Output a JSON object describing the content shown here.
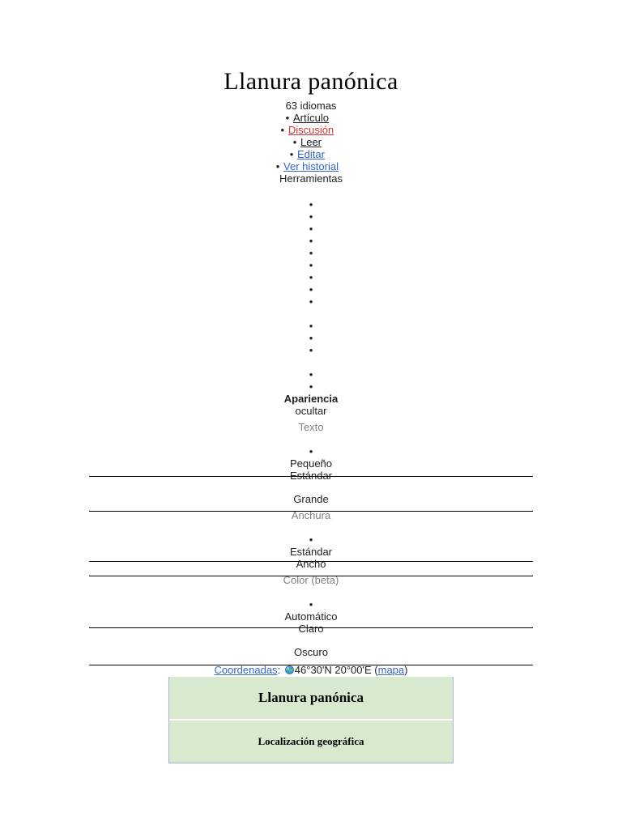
{
  "article": {
    "title": "Llanura panónica",
    "language_count": "63 idiomas"
  },
  "namespace_tabs": [
    {
      "label": "Artículo",
      "state": "selected",
      "color": "#202122"
    },
    {
      "label": "Discusión",
      "state": "missing",
      "color": "#d73333"
    }
  ],
  "view_tabs": [
    {
      "label": "Leer",
      "state": "selected",
      "color": "#202122"
    },
    {
      "label": "Editar",
      "state": "link",
      "color": "#3366cc"
    },
    {
      "label": "Ver historial",
      "state": "link",
      "color": "#3366cc"
    }
  ],
  "tools": {
    "label": "Herramientas",
    "group_one_item_count": 9,
    "group_two_item_count": 3,
    "group_three_item_count": 2
  },
  "appearance": {
    "title": "Apariencia",
    "hide_label": "ocultar",
    "groups": [
      {
        "name": "text",
        "label": "Texto",
        "options": [
          "Pequeño",
          "Estándar",
          "Grande"
        ],
        "selected": "Estándar"
      },
      {
        "name": "width",
        "label": "Anchura",
        "options": [
          "Estándar",
          "Ancho"
        ],
        "selected": "Estándar"
      },
      {
        "name": "color",
        "label": "Color (beta)",
        "options": [
          "Automático",
          "Claro",
          "Oscuro"
        ],
        "selected": "Automático"
      }
    ]
  },
  "coordinates": {
    "link_label": "Coordenadas",
    "separator": ": ",
    "icon": "globe-icon",
    "value": "46°30'N 20°00'E",
    "open_paren": " (",
    "map_label": "mapa",
    "close_paren": ")"
  },
  "infobox": {
    "title": "Llanura panónica",
    "section_header": "Localización geográfica",
    "background_color": "#d7ead0",
    "border_color": "#aab3c4"
  }
}
